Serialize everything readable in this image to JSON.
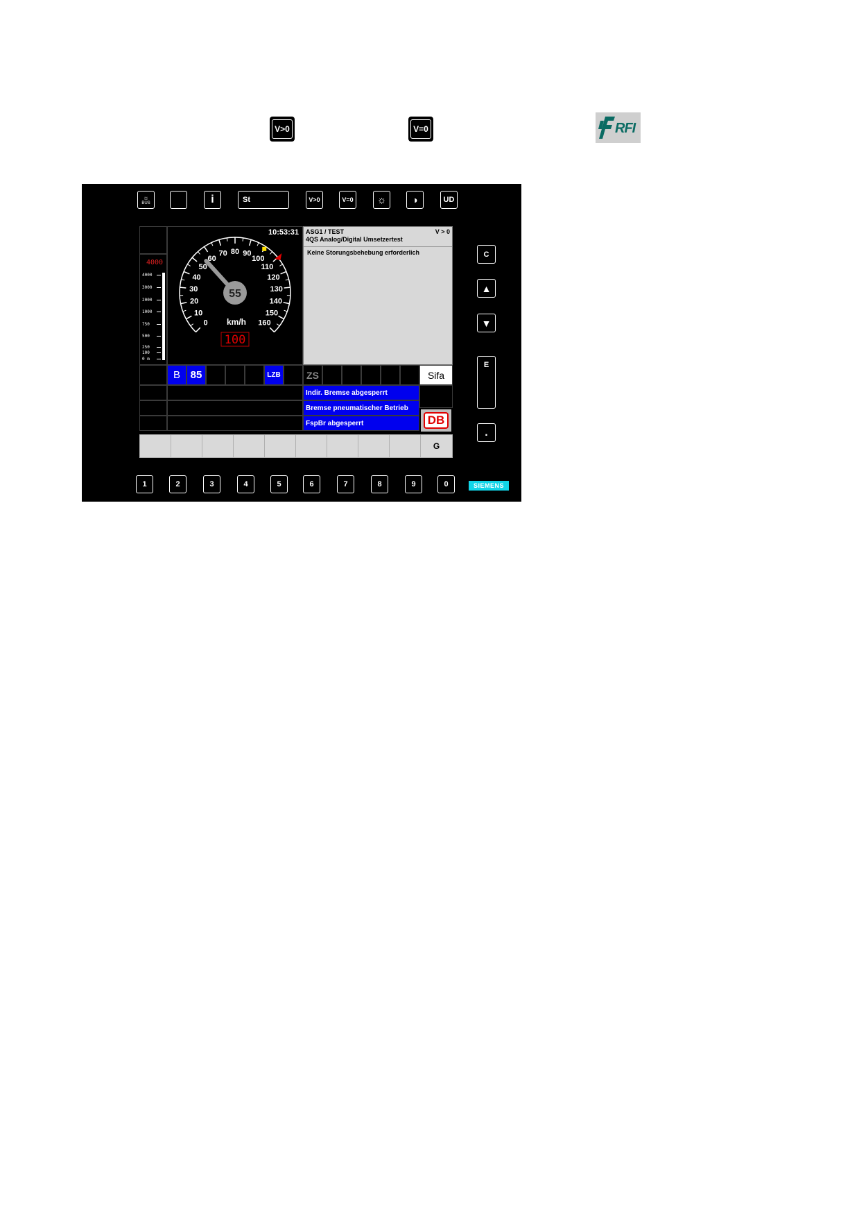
{
  "header_icons": {
    "v_gt_0": "V>0",
    "v_eq_0": "V=0",
    "logo_text": "RFI"
  },
  "device": {
    "top_buttons": [
      "",
      "",
      "i",
      "St",
      "V>0",
      "V=0",
      "☼",
      "◑",
      "UD"
    ],
    "top_button_bus": "BUS",
    "side_buttons": {
      "c": "C",
      "up": "▲",
      "down": "▼",
      "e": "E",
      "dot": "."
    },
    "number_buttons": [
      "1",
      "2",
      "3",
      "4",
      "5",
      "6",
      "7",
      "8",
      "9",
      "0"
    ],
    "brand": "SIEMENS",
    "screen": {
      "time": "10:53:31",
      "speed_value": "55",
      "speed_unit": "km/h",
      "target_speed": "100",
      "speed_needle_kmh": 55,
      "dial_labels": [
        "0",
        "10",
        "20",
        "30",
        "40",
        "50",
        "60",
        "70",
        "80",
        "90",
        "100",
        "110",
        "120",
        "130",
        "140",
        "150",
        "160"
      ],
      "distance_top": "4000",
      "distance_labels": [
        "4000",
        "3000",
        "2000",
        "1000",
        "750",
        "500",
        "250",
        "100",
        "0 m"
      ],
      "msg_title_1": "ASG1 / TEST",
      "msg_title_2": "4QS Analog/Digital Umsetzertest",
      "msg_state": "V > 0",
      "msg_body": "Keine Storungsbehebung erforderlich",
      "status_b": "B",
      "status_85": "85",
      "status_lzb": "LZB",
      "status_zs": "ZS",
      "status_sifa": "Sifa",
      "notices": [
        "Indir. Bremse abgesperrt",
        "Bremse pneumatischer Betrieb",
        "FspBr abgesperrt"
      ],
      "db_logo": "DB",
      "softkey_g": "G"
    }
  }
}
